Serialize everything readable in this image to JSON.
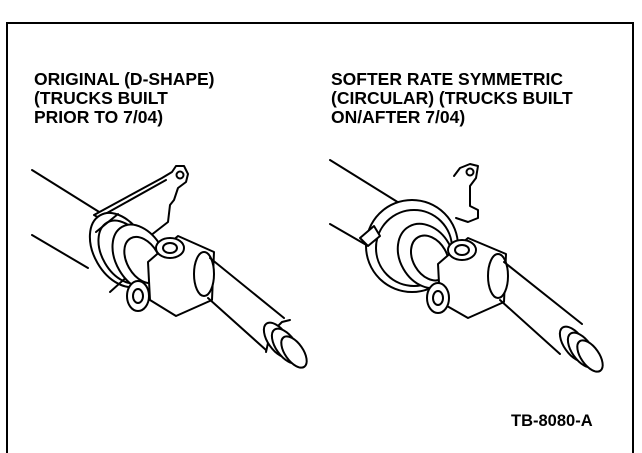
{
  "figure": {
    "left_caption": [
      "ORIGINAL (D-SHAPE)",
      "(TRUCKS BUILT",
      "PRIOR TO 7/04)"
    ],
    "right_caption": [
      "SOFTER RATE SYMMETRIC",
      "(CIRCULAR) (TRUCKS BUILT",
      "ON/AFTER 7/04)"
    ],
    "figure_id": "TB-8080-A"
  },
  "illustrations": [
    {
      "name": "original-d-shape-center-bearing-driveshaft",
      "bracket": "d-shape"
    },
    {
      "name": "softer-rate-symmetric-circular-center-bearing-driveshaft",
      "bracket": "circular"
    }
  ],
  "colors": {
    "line": "#000000",
    "fill": "#ffffff",
    "background": "#ffffff"
  }
}
